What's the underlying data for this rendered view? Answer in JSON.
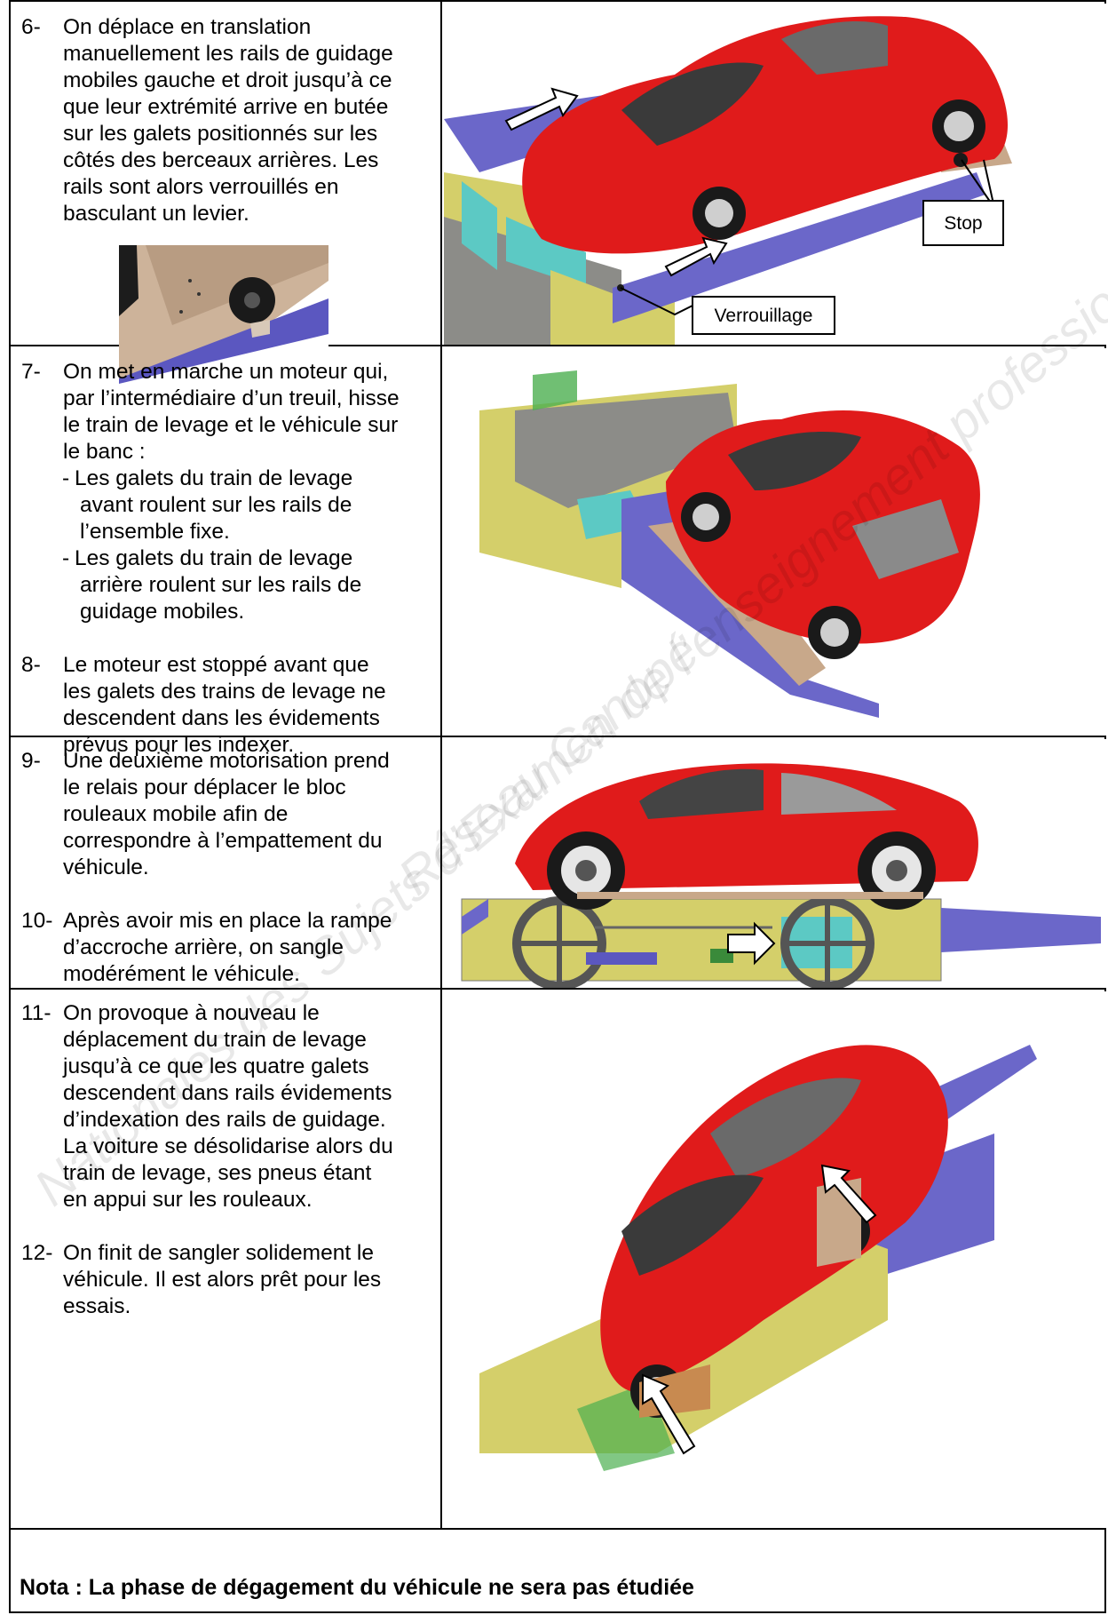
{
  "steps": [
    {
      "num": "6-",
      "text": "On déplace en translation manuellement les rails de guidage mobiles gauche et droit jusqu’à ce que leur extrémité arrive en butée sur les galets positionnés sur les côtés des berceaux arrières. Les rails sont alors verrouillés en basculant un levier."
    },
    {
      "num": "7-",
      "text": "On met en marche un moteur qui, par l’intermédiaire d’un treuil, hisse le train de levage et le véhicule sur le banc :"
    },
    {
      "num": "8-",
      "text": "Le moteur est stoppé avant que les galets des trains de levage ne descendent dans les évidements prévus pour les indexer."
    },
    {
      "num": "9-",
      "text": "Une deuxième motorisation prend le relais pour déplacer le bloc rouleaux mobile afin de correspondre à l’empattement du véhicule."
    },
    {
      "num": "10-",
      "text": "Après avoir mis en place la rampe d’accroche arrière, on sangle modérément le véhicule."
    },
    {
      "num": "11-",
      "text": "On provoque à nouveau le déplacement du train de levage jusqu’à ce que les quatre galets descendent dans rails évidements d’indexation des rails de guidage. La voiture se désolidarise alors du train de levage, ses pneus étant en appui sur les rouleaux."
    },
    {
      "num": "12-",
      "text": "On finit de sangler solidement le véhicule. Il est alors prêt pour les essais."
    }
  ],
  "step6_lines": [
    "On déplace en translation",
    "manuellement les rails de guidage",
    "mobiles gauche et droit jusqu’à ce",
    "que leur extrémité arrive en butée",
    "sur les galets positionnés sur les",
    "côtés des berceaux arrières. Les",
    "rails sont alors verrouillés en",
    "basculant un levier."
  ],
  "step7_lines": [
    "On met en marche un moteur qui,",
    "par l’intermédiaire d’un treuil, hisse",
    "le train de levage et le véhicule sur",
    "le banc :"
  ],
  "step7_sub": [
    {
      "dash": "-",
      "lines": [
        "Les galets du train de levage",
        "avant roulent sur les rails de",
        "l’ensemble fixe."
      ]
    },
    {
      "dash": "-",
      "lines": [
        "Les galets du train de levage",
        "arrière roulent sur les rails de",
        "guidage mobiles."
      ]
    }
  ],
  "step8_lines": [
    "Le moteur est stoppé avant que",
    "les galets des trains de levage ne",
    "descendent dans les évidements",
    "prévus pour les indexer."
  ],
  "step9_lines": [
    "Une deuxième motorisation prend",
    "le relais pour déplacer le bloc",
    "rouleaux mobile afin de",
    "correspondre à l’empattement du",
    "véhicule."
  ],
  "step10_lines": [
    "Après avoir mis en place la rampe",
    "d’accroche arrière, on sangle",
    "modérément le véhicule."
  ],
  "step11_lines": [
    "On provoque à nouveau le",
    "déplacement du train de levage",
    "jusqu’à ce que les quatre galets",
    "descendent dans rails évidements",
    "d’indexation des rails de guidage.",
    "La voiture se désolidarise alors du",
    "train de levage, ses pneus étant",
    "en appui sur les rouleaux."
  ],
  "step12_lines": [
    "On finit de sangler solidement le",
    "véhicule. Il est alors prêt pour les",
    "essais."
  ],
  "callouts": {
    "stop": "Stop",
    "verrouillage": "Verrouillage"
  },
  "nota": "Nota : La phase de dégagement du véhicule ne sera pas étudiée",
  "watermark_lines": [
    "Nationales des Sujets d’Examen de l’enseignement professionnel",
    "Réseau Canopé"
  ],
  "colors": {
    "car": "#e01b1b",
    "rail": "#6b67c9",
    "frame": "#d4cf6a",
    "bed": "#8c8c88",
    "roller": "#5cc9c4",
    "bracket": "#c8a88a"
  }
}
